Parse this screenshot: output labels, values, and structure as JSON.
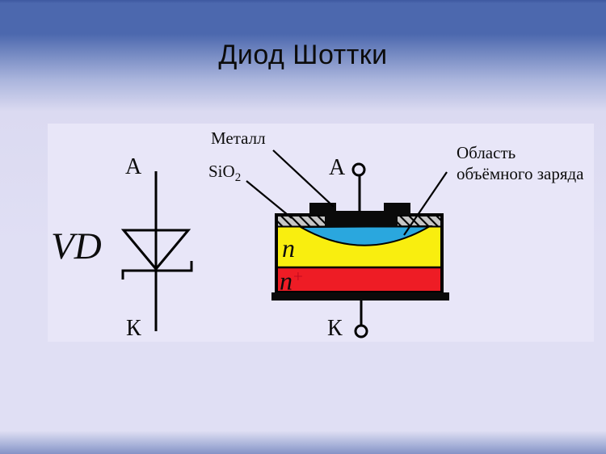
{
  "slide": {
    "title": "Диод Шоттки"
  },
  "symbol": {
    "designator": "VD",
    "anode": "А",
    "cathode": "К"
  },
  "device": {
    "anode": "А",
    "cathode": "К",
    "metal_label": "Металл",
    "oxide_label": "SiO",
    "oxide_sub": "2",
    "charge_line1": "Область",
    "charge_line2": "объёмного заряда",
    "n_label": "n",
    "nplus_base": "n",
    "nplus_sup": "+"
  },
  "colors": {
    "top_band": "#4c68ae",
    "page_light": "#e0dff4",
    "bottom_band": "#8593c6",
    "panel": "#e8e6f8",
    "n_region": "#f9ee0f",
    "nplus_region": "#ee1c25",
    "charge_region": "#2aa7de",
    "metal": "#0a0a0a",
    "oxide_fill": "#c6c6c6",
    "line": "#000000",
    "plus_sign": "#c00a1e"
  }
}
